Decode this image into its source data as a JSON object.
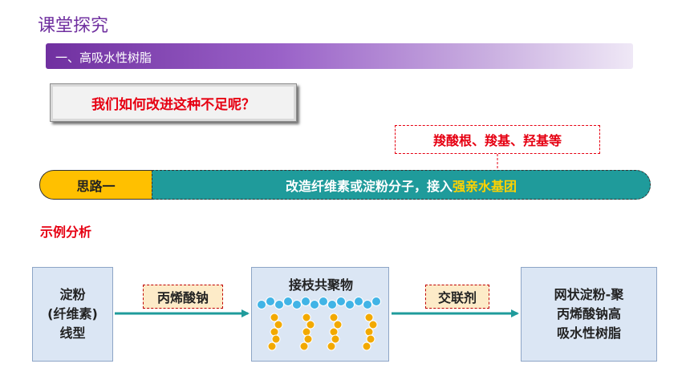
{
  "slide": {
    "title": "课堂探究",
    "section": "一、高吸水性树脂",
    "question": "我们如何改进这种不足呢？",
    "callout": "羧酸根、羧基、羟基等",
    "idea": {
      "label": "思路一",
      "text_before": "改造纤维素或淀粉分子，接入",
      "text_highlight": "强亲水基团"
    },
    "example_heading": "示例分析",
    "flow": {
      "starch_lines": [
        "淀粉",
        "(纤维素)",
        "线型"
      ],
      "reagent1": "丙烯酸钠",
      "graft_label": "接枝共聚物",
      "reagent2": "交联剂",
      "result_lines": [
        "网状淀粉-聚",
        "丙烯酸钠高",
        "吸水性树脂"
      ]
    },
    "colors": {
      "title": "#7030a0",
      "accent_red": "#e60012",
      "idea_label_bg": "#ffc000",
      "idea_bar_bg": "#1f9b9b",
      "highlight": "#ffd200",
      "arrow": "#1f9b9b",
      "bead_blue": "#41b4e6",
      "bead_gold": "#f2a900"
    }
  }
}
